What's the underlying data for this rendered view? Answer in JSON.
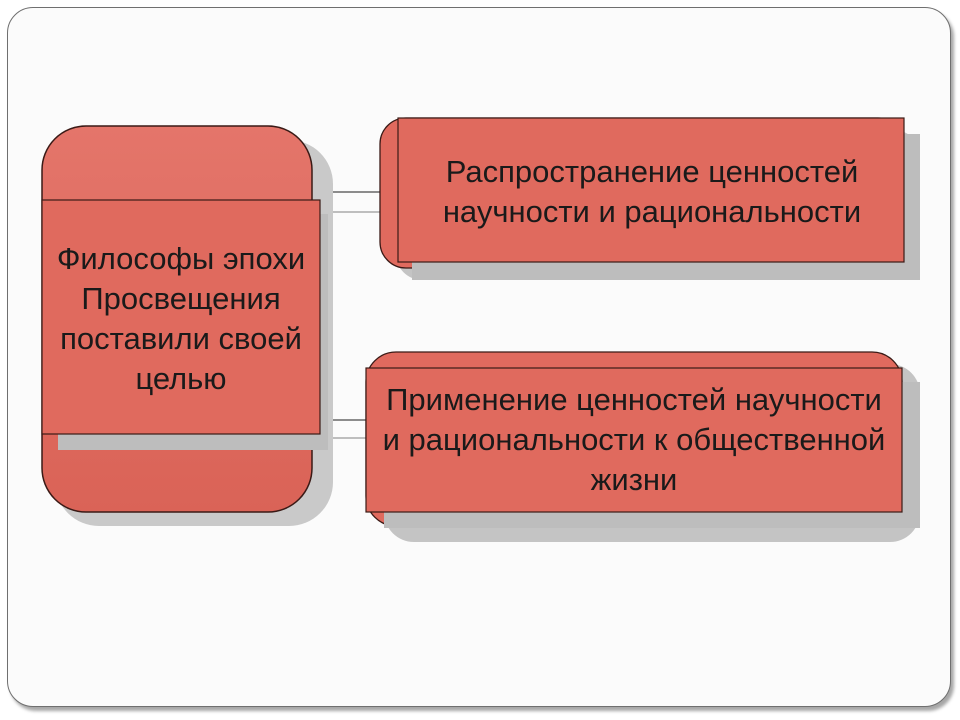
{
  "colors": {
    "box_fill": "#e06a5e",
    "box_fill_dark": "#c94a42",
    "box_stroke": "#3a1a16",
    "shadow": "#bdbdbd",
    "connector": "#4a4a4a"
  },
  "diagram": {
    "source_box": {
      "text": "Философы эпохи Просвещения поставили своей целью"
    },
    "targets": [
      {
        "text": "Распространение ценностей научности и рациональности"
      },
      {
        "text": "Применение ценностей научности и рациональности к общественной жизни"
      }
    ]
  }
}
